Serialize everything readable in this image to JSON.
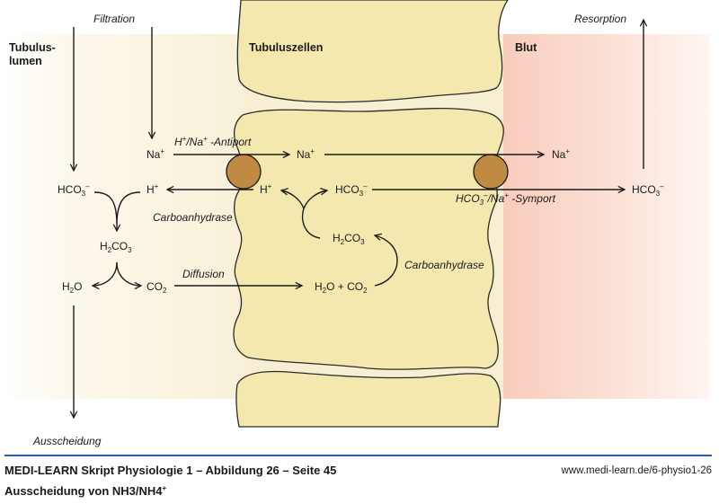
{
  "regions": {
    "lumen": "Tubulus-\nlumen",
    "lumen_line1": "Tubulus-",
    "lumen_line2": "lumen",
    "cells": "Tubuluszellen",
    "blood": "Blut"
  },
  "processes": {
    "filtration": "Filtration",
    "resorption": "Resorption",
    "excretion": "Ausscheidung",
    "diffusion": "Diffusion"
  },
  "transporters": {
    "antiport": {
      "main": "H",
      "sup1": "+",
      "mid": "/Na",
      "sup2": "+",
      "tail": " -Antiport"
    },
    "symport": {
      "main": "HCO",
      "sub": "3",
      "sup1": "–",
      "mid": "/Na",
      "sup2": "+",
      "tail": " -Symport"
    }
  },
  "enzymes": {
    "lumen_enzyme": "Carboanhydrase",
    "cell_enzyme": "Carboanhydrase"
  },
  "species": {
    "na_lumen": {
      "base": "Na",
      "sup": "+"
    },
    "na_cell": {
      "base": "Na",
      "sup": "+"
    },
    "na_blood": {
      "base": "Na",
      "sup": "+"
    },
    "h_lumen": {
      "base": "H",
      "sup": "+"
    },
    "h_cell": {
      "base": "H",
      "sup": "+"
    },
    "hco3_lumen": {
      "base": "HCO",
      "sub": "3",
      "sup": "–"
    },
    "hco3_cell": {
      "base": "HCO",
      "sub": "3",
      "sup": "–"
    },
    "hco3_blood": {
      "base": "HCO",
      "sub": "3",
      "sup": "–"
    },
    "h2co3_lumen": {
      "a": "H",
      "sub1": "2",
      "b": "CO",
      "sub2": "3"
    },
    "h2co3_cell": {
      "a": "H",
      "sub1": "2",
      "b": "CO",
      "sub2": "3"
    },
    "h2o_lumen": {
      "a": "H",
      "sub1": "2",
      "b": "O"
    },
    "co2_lumen": {
      "a": "CO",
      "sub1": "2"
    },
    "h2o_co2_cell": {
      "a": "H",
      "sub1": "2",
      "b": "O + CO",
      "sub2": "2"
    }
  },
  "colors": {
    "lumen_bg": "#fbf6e6",
    "cell_fill": "#f4e8ae",
    "blood_bg": "#f9cfc0",
    "transporter": "#c08a42",
    "footer_rule": "#2a5fa6"
  },
  "footer": {
    "title": "MEDI-LEARN Skript Physiologie 1 – Abbildung 26 – Seite 45",
    "subtitle_base": "Ausscheidung von NH3/NH4",
    "subtitle_sup": "+",
    "url": "www.medi-learn.de/6-physio1-26"
  }
}
